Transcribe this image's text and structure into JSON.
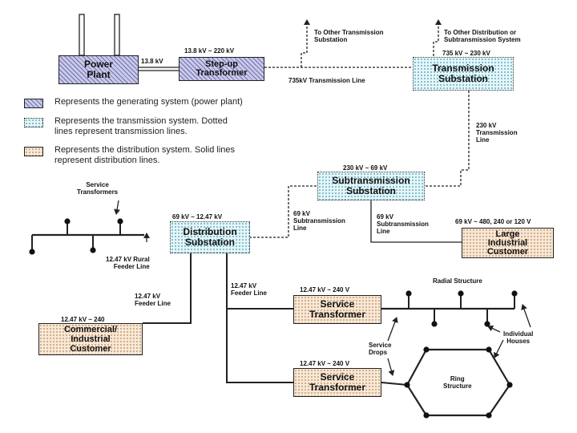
{
  "labels": {
    "v13_8": "13.8 kV",
    "v13_8_220": "13.8 kV ~ 220 kV",
    "to_other_trans": [
      "To Other Transmission",
      "Substation"
    ],
    "to_other_dist": [
      "To Other Distribution or",
      "Subtransmission System"
    ],
    "v735_230": "735 kV ~ 230 kV",
    "line735": "735kV Transmission Line",
    "tl230": [
      "230 kV",
      "Transmission",
      "Line"
    ],
    "v230_69": "230 kV ~ 69 kV",
    "sub69": [
      "69 kV",
      "Subtransmission",
      "Line"
    ],
    "sub69b": [
      "69 kV",
      "Subtransmission",
      "Line"
    ],
    "v69_480": "69 kV ~ 480, 240 or 120 V",
    "v69_12": "69 kV ~ 12.47 kV",
    "service_transformers": [
      "Service",
      "Transformers"
    ],
    "rural": [
      "12.47 kV Rural",
      "Feeder Line"
    ],
    "feeder_a": [
      "12.47 kV",
      "Feeder Line"
    ],
    "feeder_b": [
      "12.47 kV",
      "Feeder Line"
    ],
    "v12_240_a": "12.47 kV ~ 240",
    "v12_240_b": "12.47 kV ~ 240  V",
    "v12_240_c": "12.47 kV ~ 240  V",
    "radial": "Radial Structure",
    "service_drops": [
      "Service",
      "Drops"
    ],
    "individual_houses": [
      "Individual",
      "Houses"
    ],
    "ring": [
      "Ring",
      "Structure"
    ]
  },
  "boxes": {
    "power_plant": [
      "Power",
      "Plant"
    ],
    "stepup": [
      "Step-up",
      "Transformer"
    ],
    "transmission_sub": [
      "Transmission",
      "Substation"
    ],
    "subtransmission_sub": [
      "Subtransmission",
      "Substation"
    ],
    "distribution_sub": [
      "Distribution",
      "Substation"
    ],
    "large_industrial": [
      "Large",
      "Industrial",
      "Customer"
    ],
    "commercial": [
      "Commercial/",
      "Industrial",
      "Customer"
    ],
    "service_tr_1": [
      "Service",
      "Transformer"
    ],
    "service_tr_2": [
      "Service",
      "Transformer"
    ]
  },
  "legend": [
    {
      "pattern": "generating",
      "lines": [
        "Represents the generating system (power plant)"
      ]
    },
    {
      "pattern": "transmission",
      "lines": [
        "Represents the transmission system.  Dotted",
        "lines represent transmission lines."
      ]
    },
    {
      "pattern": "distribution",
      "lines": [
        "Represents the distribution system.  Solid lines",
        "represent distribution lines."
      ]
    }
  ],
  "colors": {
    "generating": "#c9c9ea",
    "transmission": "#e6f6f9",
    "distribution": "#f8e8d6",
    "line": "#222222"
  }
}
